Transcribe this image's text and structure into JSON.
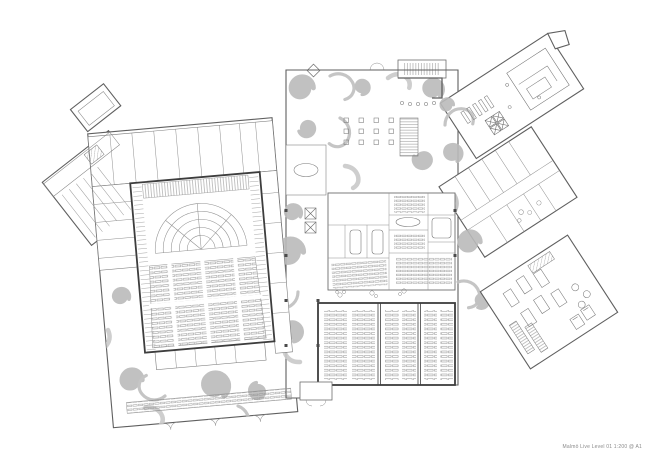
{
  "caption": {
    "text": "Malmö Live Level 01 1:200 @ A1"
  },
  "colors": {
    "background": "#ffffff",
    "carpet_swirl": "#bababa",
    "carpet_swirl_light": "#c9c9c9",
    "wall_dark": "#3d3d3d",
    "wall_mid": "#5f5f5f",
    "line_light": "#8f8f8f",
    "furniture": "#777777"
  },
  "zones": [
    "loading-wing",
    "concert-hall-block",
    "stage-platform",
    "concert-auditorium",
    "cloakroom-foyer",
    "congress-foyer",
    "meeting-rooms",
    "congress-hall",
    "kitchen-wing",
    "office-wing",
    "restaurant-wing",
    "carpet-swirls"
  ]
}
